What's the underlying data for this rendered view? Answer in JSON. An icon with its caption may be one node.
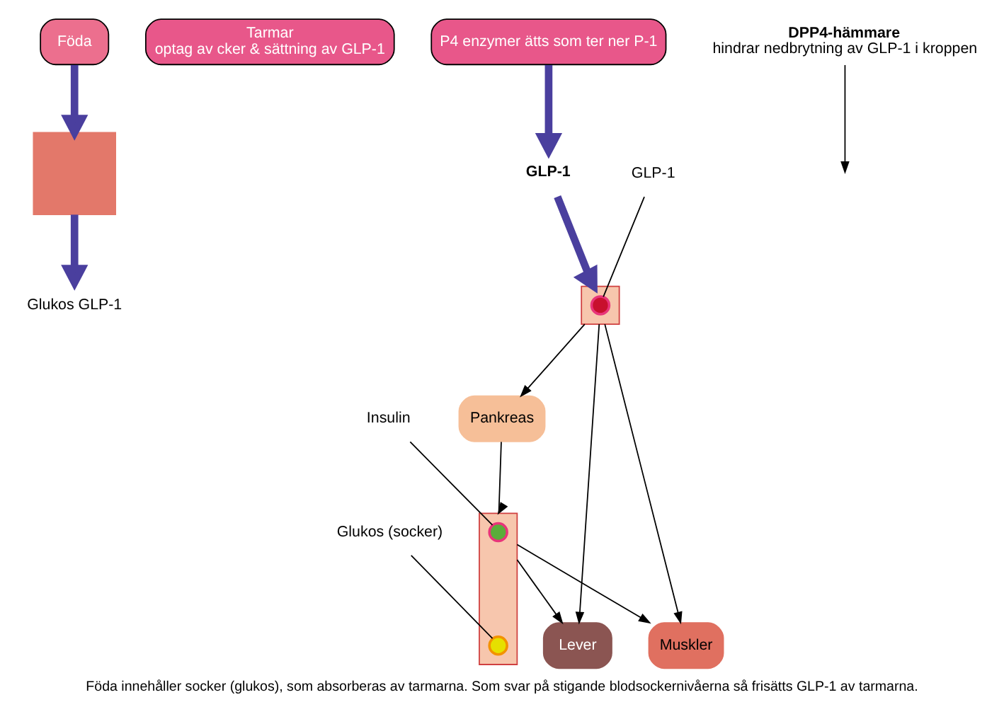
{
  "diagram": {
    "caption": "Föda innehåller socker (glukos), som absorberas av tarmarna. Som svar på stigande blodsockernivåerna så frisätts GLP-1 av tarmarna.",
    "nodes": [
      {
        "text": [
          "Föda"
        ]
      },
      {
        "text": [],
        "shape": "box"
      },
      {
        "text": [
          "Tarmar",
          "optag av cker & sättning av GLP-1"
        ]
      },
      {
        "text": [
          "Glukos GLP-1"
        ]
      },
      {
        "text": [
          "P4 enzymer ätts som ter ner P-1"
        ]
      },
      {
        "text": [
          "GLP-1"
        ]
      },
      {
        "text": [
          "DPP4-hämmare",
          "hindrar nedbrytning av GLP-1 i kroppen"
        ]
      },
      {
        "text": [],
        "shape": "bar"
      },
      {
        "text": [],
        "shape": "circle",
        "in": 7
      },
      {
        "text": [
          "GLP-1"
        ]
      },
      {
        "text": [
          "Pankreas"
        ]
      },
      {
        "text": [
          "Lever"
        ]
      },
      {
        "text": [
          "Muskler"
        ]
      },
      {
        "text": [],
        "shape": "bar"
      },
      {
        "text": [],
        "shape": "circle",
        "in": 13
      },
      {
        "text": [],
        "shape": "circle",
        "in": 13
      },
      {
        "text": [
          "Insulin"
        ]
      },
      {
        "text": [
          "Glukos (socker)"
        ]
      }
    ],
    "edges": [
      {
        "from": 0,
        "to": 1,
        "arrow": "to",
        "style": "thick",
        "color": "#4a3f9e"
      },
      {
        "from": 1,
        "to": 3,
        "arrow": "to",
        "style": "thick",
        "color": "#4a3f9e"
      },
      {
        "from": 4,
        "to": 5,
        "arrow": "to",
        "style": "thick",
        "color": "#4a3f9e"
      },
      {
        "from": 5,
        "to": 7,
        "arrow": "to",
        "style": "thick",
        "color": "#4a3f9e"
      },
      {
        "from": 6,
        "to": null,
        "arrow": "to"
      },
      {
        "from": 7,
        "to": 10,
        "arrow": "to"
      },
      {
        "from": 10,
        "to": 13,
        "arrow": "to"
      },
      {
        "from": 7,
        "to": 11,
        "arrow": "to"
      },
      {
        "from": 13,
        "to": 11,
        "arrow": "to"
      },
      {
        "from": 7,
        "to": 12,
        "arrow": "to"
      },
      {
        "from": 13,
        "to": 12,
        "arrow": "to"
      },
      {
        "from": 9,
        "to": 8,
        "arrow": "none"
      },
      {
        "from": 16,
        "to": 14,
        "arrow": "none"
      },
      {
        "from": 17,
        "to": 15,
        "arrow": "none"
      }
    ]
  }
}
